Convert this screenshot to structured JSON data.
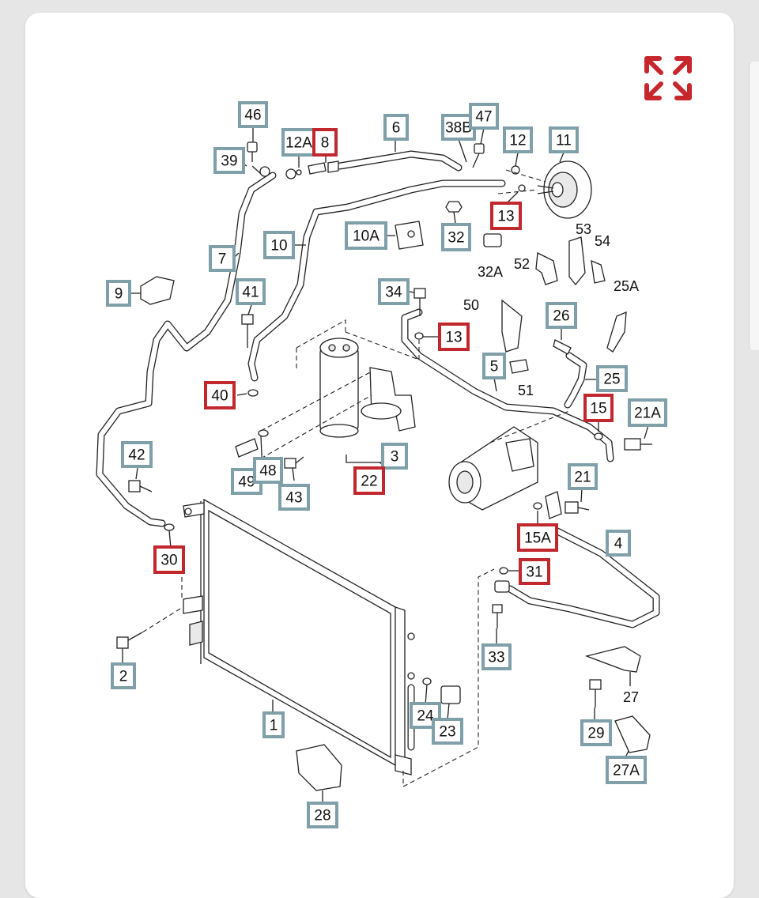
{
  "colors": {
    "callout_normal": "#7f9fa9",
    "callout_highlight": "#c0282e",
    "expand_icon": "#c8262d",
    "card_background": "#ffffff",
    "page_background": "#e6e6e6"
  },
  "toolbar": {
    "expand_icon": "expand-arrows-icon"
  },
  "diagram": {
    "callouts": [
      {
        "id": "c46",
        "label": "46",
        "style": "normal"
      },
      {
        "id": "c39",
        "label": "39",
        "style": "normal"
      },
      {
        "id": "c12a",
        "label": "12A",
        "style": "normal"
      },
      {
        "id": "c8",
        "label": "8",
        "style": "highlight"
      },
      {
        "id": "c6",
        "label": "6",
        "style": "normal"
      },
      {
        "id": "c38b",
        "label": "38B",
        "style": "normal"
      },
      {
        "id": "c47",
        "label": "47",
        "style": "normal"
      },
      {
        "id": "c12",
        "label": "12",
        "style": "normal"
      },
      {
        "id": "c11",
        "label": "11",
        "style": "normal"
      },
      {
        "id": "c13a",
        "label": "13",
        "style": "highlight"
      },
      {
        "id": "c10a",
        "label": "10A",
        "style": "normal"
      },
      {
        "id": "c32",
        "label": "32",
        "style": "normal"
      },
      {
        "id": "c10",
        "label": "10",
        "style": "normal"
      },
      {
        "id": "c7",
        "label": "7",
        "style": "normal"
      },
      {
        "id": "c9",
        "label": "9",
        "style": "normal"
      },
      {
        "id": "c41",
        "label": "41",
        "style": "normal"
      },
      {
        "id": "c34",
        "label": "34",
        "style": "normal"
      },
      {
        "id": "c13b",
        "label": "13",
        "style": "highlight"
      },
      {
        "id": "c26",
        "label": "26",
        "style": "normal"
      },
      {
        "id": "c5",
        "label": "5",
        "style": "normal"
      },
      {
        "id": "c25",
        "label": "25",
        "style": "normal"
      },
      {
        "id": "c40",
        "label": "40",
        "style": "highlight"
      },
      {
        "id": "c15",
        "label": "15",
        "style": "highlight"
      },
      {
        "id": "c21a",
        "label": "21A",
        "style": "normal"
      },
      {
        "id": "c42",
        "label": "42",
        "style": "normal"
      },
      {
        "id": "c3",
        "label": "3",
        "style": "normal"
      },
      {
        "id": "c49",
        "label": "49",
        "style": "normal"
      },
      {
        "id": "c48",
        "label": "48",
        "style": "normal"
      },
      {
        "id": "c22",
        "label": "22",
        "style": "highlight"
      },
      {
        "id": "c21",
        "label": "21",
        "style": "normal"
      },
      {
        "id": "c43",
        "label": "43",
        "style": "normal"
      },
      {
        "id": "c15a",
        "label": "15A",
        "style": "highlight"
      },
      {
        "id": "c4",
        "label": "4",
        "style": "normal"
      },
      {
        "id": "c30",
        "label": "30",
        "style": "highlight"
      },
      {
        "id": "c31",
        "label": "31",
        "style": "highlight"
      },
      {
        "id": "c33",
        "label": "33",
        "style": "normal"
      },
      {
        "id": "c2",
        "label": "2",
        "style": "normal"
      },
      {
        "id": "c1",
        "label": "1",
        "style": "normal"
      },
      {
        "id": "c24",
        "label": "24",
        "style": "normal"
      },
      {
        "id": "c23",
        "label": "23",
        "style": "normal"
      },
      {
        "id": "c29",
        "label": "29",
        "style": "normal"
      },
      {
        "id": "c27a",
        "label": "27A",
        "style": "normal"
      },
      {
        "id": "c28",
        "label": "28",
        "style": "normal"
      }
    ],
    "plain_labels": [
      {
        "id": "p53",
        "label": "53"
      },
      {
        "id": "p54",
        "label": "54"
      },
      {
        "id": "p52",
        "label": "52"
      },
      {
        "id": "p32a",
        "label": "32A"
      },
      {
        "id": "p25a",
        "label": "25A"
      },
      {
        "id": "p50",
        "label": "50"
      },
      {
        "id": "p51",
        "label": "51"
      },
      {
        "id": "p27",
        "label": "27"
      }
    ]
  }
}
